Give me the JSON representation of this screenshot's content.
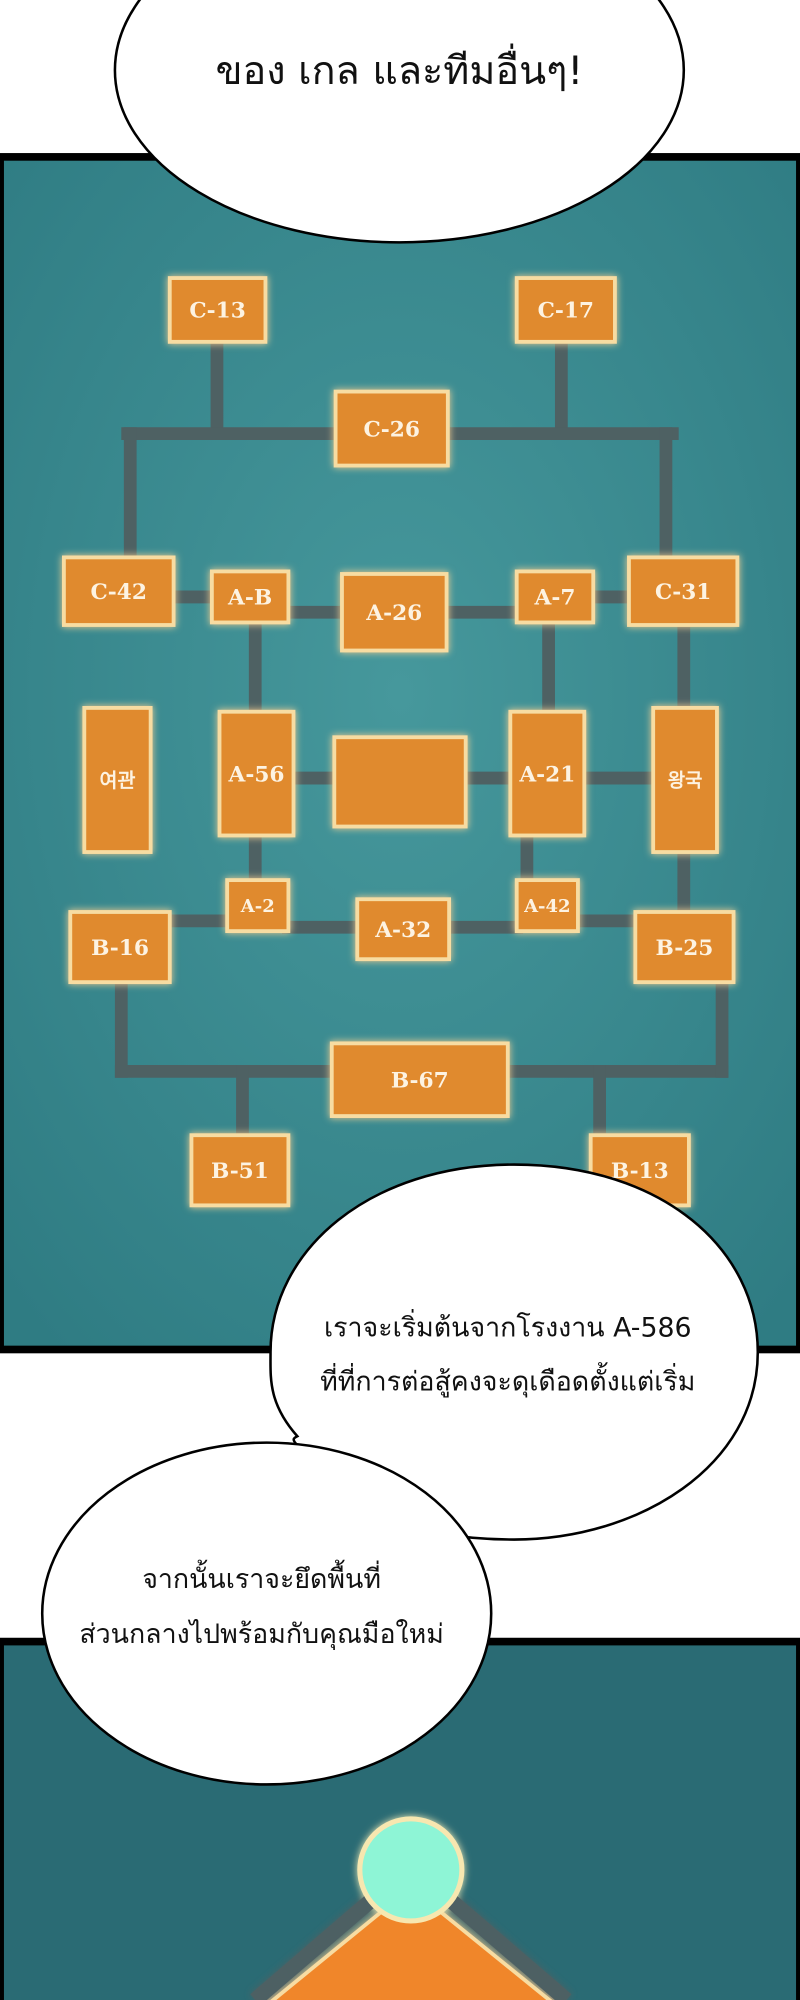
{
  "bubbles": {
    "top": "ของ เกล และทีมอื่นๆ!",
    "middle_line1": "เราจะเริ่มต้นจากโรงงาน A-586",
    "middle_line2": "ที่ที่การต่อสู้คงจะดุเดือดตั้งแต่เริ่ม",
    "lower_line1": "จากนั้นเราจะยึดพื้นที่",
    "lower_line2": "ส่วนกลางไปพร้อมกับคุณมือใหม่"
  },
  "map": {
    "nodes": [
      "C-13",
      "C-17",
      "C-26",
      "C-42",
      "A-B",
      "A-26",
      "A-7",
      "C-31",
      "여관",
      "A-56",
      "",
      "A-21",
      "왕국",
      "A-2",
      "A-32",
      "A-42",
      "B-16",
      "B-25",
      "B-67",
      "B-51",
      "B-13"
    ],
    "highlighted_route": [
      "C-42",
      "여관",
      "A-56",
      "B-16"
    ]
  },
  "colors": {
    "panel_teal": "#3f8f94",
    "panel_dark_teal": "#2a6b74",
    "node_orange": "#e08a2e",
    "node_border": "#f7dca2",
    "path_gray": "#4e6163",
    "route_cyan": "#8ff4ff",
    "marker_mint": "#8ef5d6"
  }
}
